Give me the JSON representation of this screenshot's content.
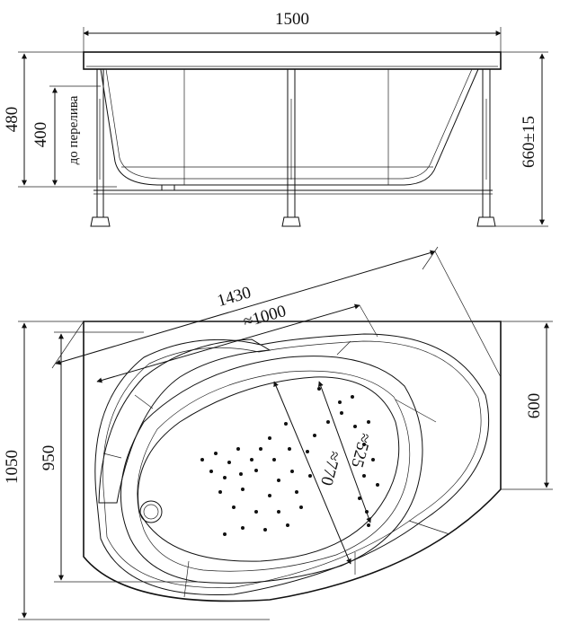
{
  "side_view": {
    "width_label": "1500",
    "height_total_label": "480",
    "height_overflow_label": "400",
    "overflow_caption": "до перелива",
    "leg_height_label": "660±15"
  },
  "top_view": {
    "diagonal_label": "1430",
    "inner_length_label": "≈1000",
    "inner_width_label": "≈525",
    "bottom_length_label": "≈770",
    "overall_depth_label": "1050",
    "depth_label": "950",
    "right_side_label": "600"
  },
  "colors": {
    "line": "#111111",
    "background": "#ffffff"
  }
}
